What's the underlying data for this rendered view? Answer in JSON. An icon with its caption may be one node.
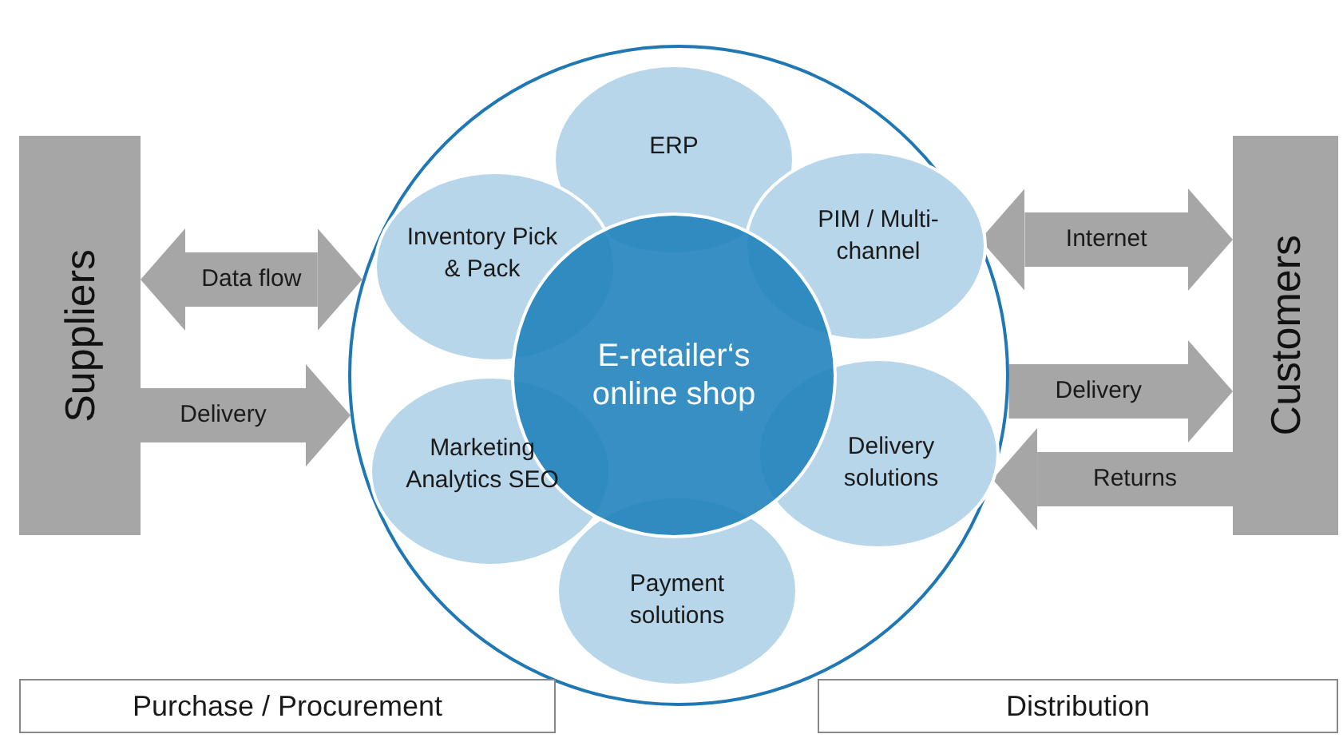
{
  "diagram": {
    "nodes": [
      {
        "text": [
          "Suppliers"
        ]
      },
      {
        "text": [
          "Customers"
        ]
      },
      {
        "text": [],
        "shape": "circle"
      },
      {
        "text": [
          "ERP"
        ],
        "in": 2
      },
      {
        "text": [
          "Inventory Pick & Pack"
        ],
        "in": 2
      },
      {
        "text": [
          "PIM / Multi-channel"
        ],
        "in": 2
      },
      {
        "text": [
          "E-retailer‘s online shop"
        ],
        "in": 2
      },
      {
        "text": [
          "Marketing Analytics SEO"
        ],
        "in": 2
      },
      {
        "text": [
          "Delivery solutions"
        ],
        "in": 2
      },
      {
        "text": [
          "Payment solutions"
        ],
        "in": 2
      },
      {
        "text": [
          "Purchase / Procurement"
        ]
      },
      {
        "text": [
          "Distribution"
        ]
      }
    ],
    "edges": [
      {
        "from": 0,
        "to": 2,
        "arrow": "both",
        "label": "Data flow"
      },
      {
        "from": 0,
        "to": 2,
        "arrow": "to",
        "label": "Delivery"
      },
      {
        "from": 2,
        "to": 1,
        "arrow": "both",
        "label": "Internet"
      },
      {
        "from": 2,
        "to": 1,
        "arrow": "to",
        "label": "Delivery"
      },
      {
        "from": 1,
        "to": 2,
        "arrow": "to",
        "label": "Returns"
      }
    ]
  }
}
